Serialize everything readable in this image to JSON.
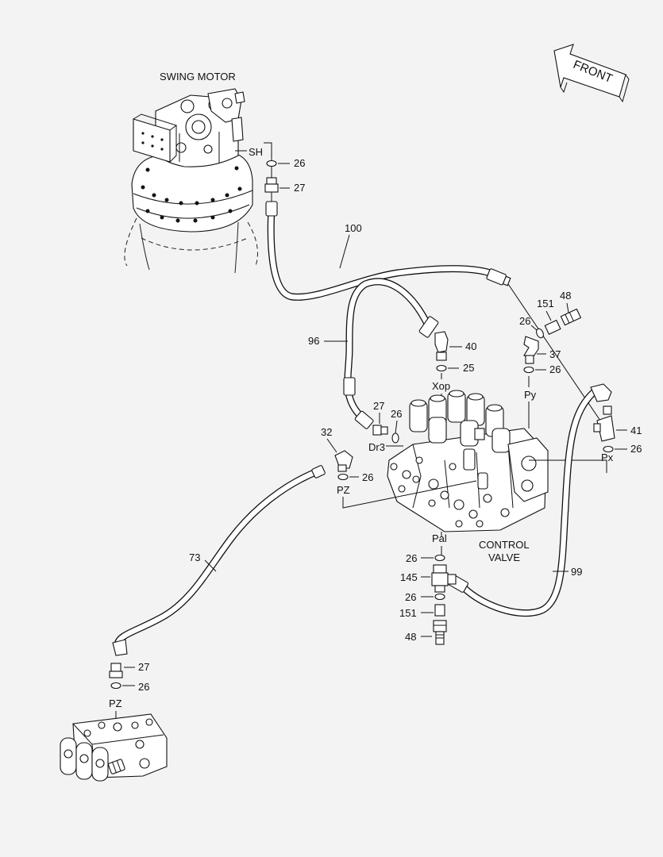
{
  "direction_label": "FRONT",
  "assemblies": {
    "swing_motor": "SWING MOTOR",
    "control_valve_line1": "CONTROL",
    "control_valve_line2": "VALVE"
  },
  "ports": {
    "sh": "SH",
    "xop": "Xop",
    "dr3": "Dr3",
    "py": "Py",
    "px": "Px",
    "pz_valve": "PZ",
    "pz_block": "PZ",
    "pal": "Pal"
  },
  "callouts": {
    "c26_motor": "26",
    "c27_motor": "27",
    "c100": "100",
    "c151_top": "151",
    "c48_top": "48",
    "c26_top": "26",
    "c37": "37",
    "c26_py": "26",
    "c96": "96",
    "c40": "40",
    "c25": "25",
    "c27_dr3": "27",
    "c26_dr3": "26",
    "c41": "41",
    "c26_px": "26",
    "c32": "32",
    "c26_pz": "26",
    "c73": "73",
    "c26_pal": "26",
    "c145": "145",
    "c26_low": "26",
    "c151_low": "151",
    "c48_low": "48",
    "c99": "99",
    "c27_block": "27",
    "c26_block": "26"
  }
}
